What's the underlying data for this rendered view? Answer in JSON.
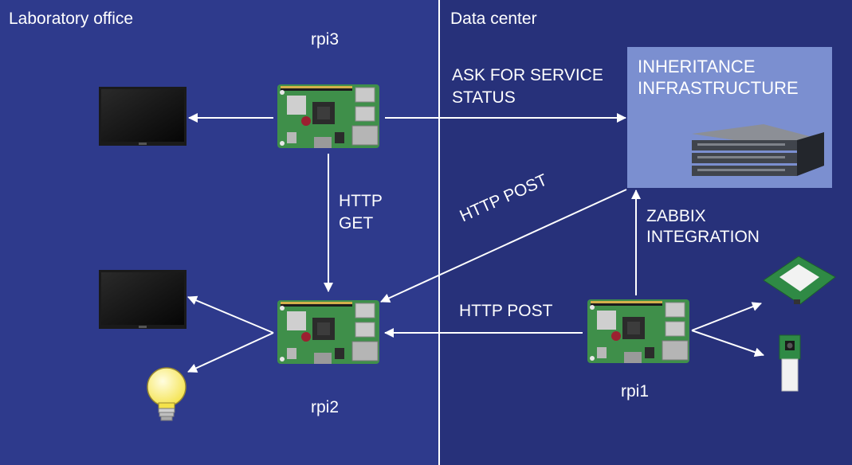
{
  "regions": {
    "lab_office": "Laboratory office",
    "data_center": "Data center"
  },
  "nodes": {
    "rpi3": "rpi3",
    "rpi2": "rpi2",
    "rpi1": "rpi1"
  },
  "infrastructure": {
    "line1": "INHERITANCE",
    "line2": "INFRASTRUCTURE"
  },
  "edge_labels": {
    "ask_line1": "ASK FOR SERVICE",
    "ask_line2": "STATUS",
    "http_get_line1": "HTTP",
    "http_get_line2": "GET",
    "http_post_diagonal": "HTTP POST",
    "http_post_horizontal": "HTTP POST",
    "zabbix_line1": "ZABBIX",
    "zabbix_line2": "INTEGRATION"
  },
  "icons": [
    "raspberry-pi-board-icon",
    "monitor-icon",
    "light-bulb-icon",
    "server-rack-icon",
    "sense-hat-icon",
    "camera-module-icon"
  ],
  "colors": {
    "lab_background": "#2e3a8c",
    "datacenter_background": "#27317a",
    "infrastructure_box": "#7b8fd0",
    "arrows": "#ffffff",
    "pcb_green": "#3f8f4a",
    "bulb_yellow": "#fff27a"
  }
}
